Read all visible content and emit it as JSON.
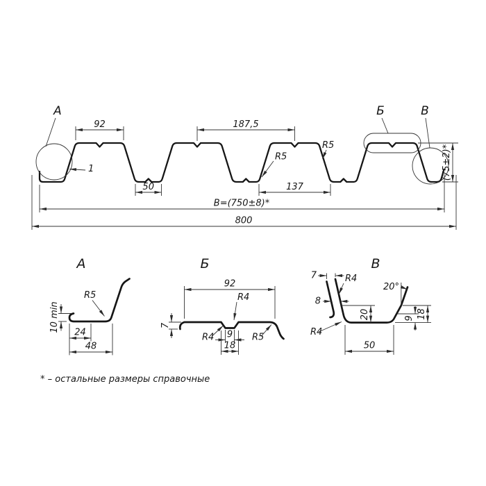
{
  "colors": {
    "ink": "#161616",
    "background": "#ffffff"
  },
  "main": {
    "callouts": {
      "a": "А",
      "b": "Б",
      "v": "В"
    },
    "dims": {
      "crest_width": "92",
      "pitch": "187,5",
      "thickness": "1",
      "radius_top": "R5",
      "radius_bottom": "R5",
      "flange_width": "50",
      "rib_base": "137",
      "height": "(75±2)*",
      "cover_width": "B=(750±8)*",
      "overall_width": "800"
    }
  },
  "detail_a": {
    "title": "А",
    "dims": {
      "hook_height": "10 min",
      "radius": "R5",
      "hem_width": "24",
      "edge_width": "48"
    }
  },
  "detail_b": {
    "title": "Б",
    "dims": {
      "crest_width": "92",
      "radius_top": "R4",
      "edge_height": "7",
      "radius_left": "R4",
      "groove_bottom": "9",
      "groove_top": "18",
      "radius_right": "R5"
    }
  },
  "detail_v": {
    "title": "В",
    "dims": {
      "gap_top": "7",
      "radius_top": "R4",
      "gap_side": "8",
      "radius_bottom": "R4",
      "depth": "20",
      "angle": "20°",
      "lip_height": "9",
      "edge_height": "18",
      "bottom_width": "50"
    }
  },
  "footnote": "* – остальные размеры справочные"
}
